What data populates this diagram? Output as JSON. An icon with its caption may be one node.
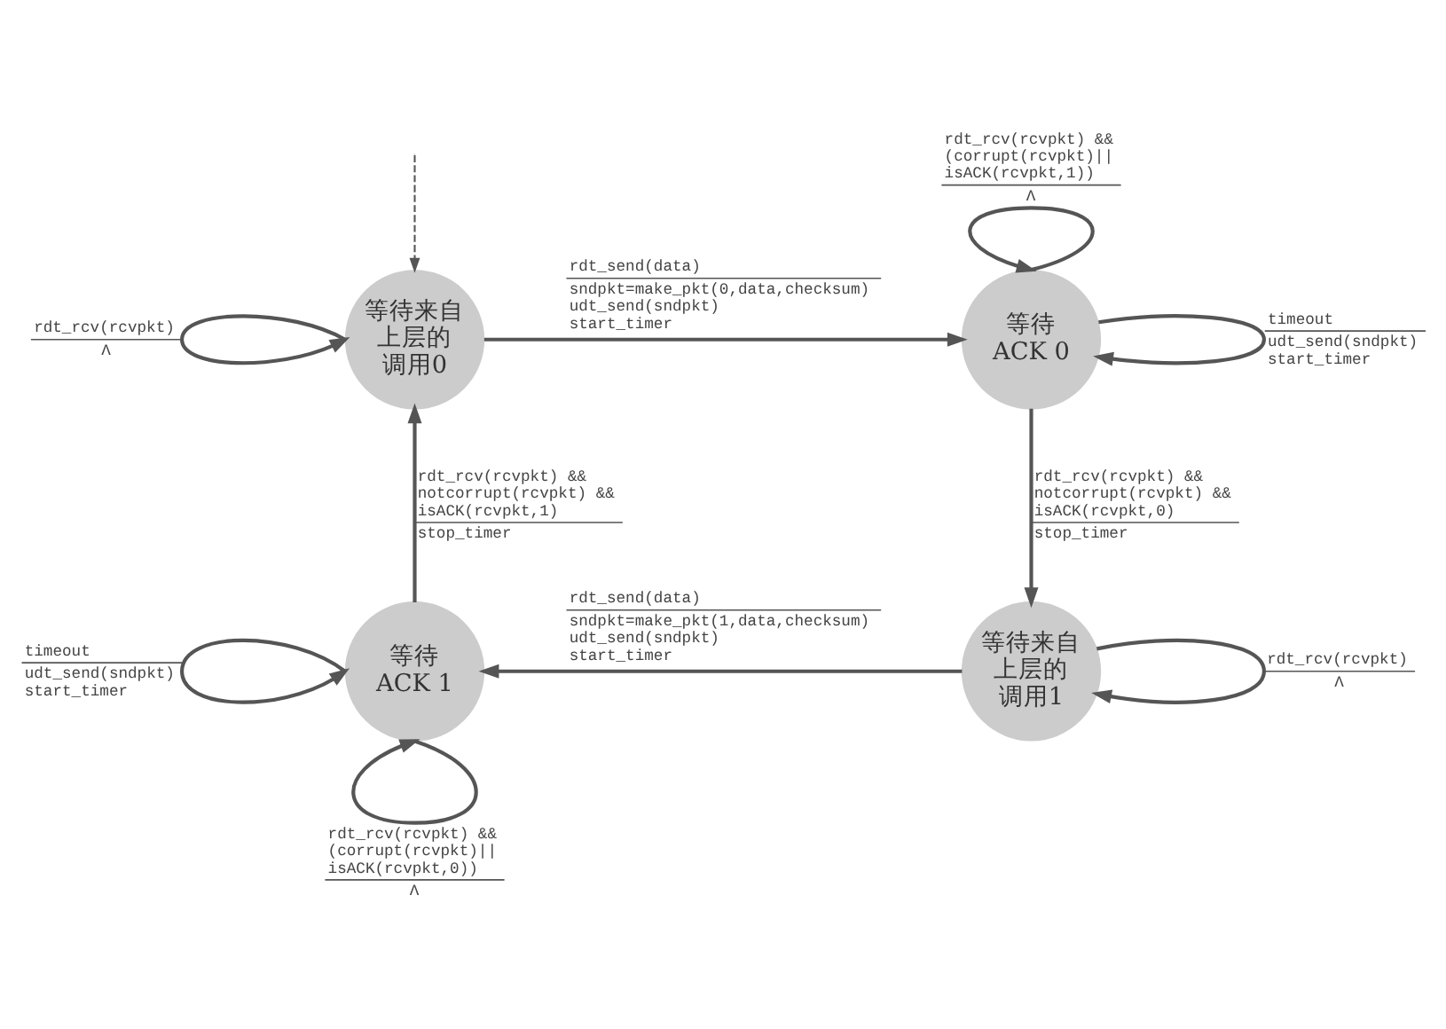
{
  "diagram": {
    "nodes": [
      {
        "text": [
          "等待来自上层的调用0"
        ]
      },
      {
        "text": [
          "等待ACK 0"
        ]
      },
      {
        "text": [
          "等待来自上层的调用1"
        ]
      },
      {
        "text": [
          "等待ACK 1"
        ]
      }
    ],
    "edges": [
      {
        "from": null,
        "to": 0,
        "arrow": "to",
        "style": "dashed"
      },
      {
        "from": 0,
        "to": 0,
        "arrow": "to",
        "label": [
          "rdt_rcv(rcvpkt)",
          "Λ"
        ]
      },
      {
        "from": 0,
        "to": 1,
        "arrow": "to",
        "label": [
          "rdt_send(data)",
          "sndpkt=make_pkt(0,data,checksum) udt_send(sndpkt) start_timer"
        ]
      },
      {
        "from": 1,
        "to": 1,
        "arrow": "to",
        "label": [
          "rdt_rcv(rcvpkt) && (corrupt(rcvpkt)|| isACK(rcvpkt,1))",
          "Λ"
        ]
      },
      {
        "from": 1,
        "to": 1,
        "arrow": "to",
        "label": [
          "timeout",
          "udt_send(sndpkt) start_timer"
        ]
      },
      {
        "from": 1,
        "to": 2,
        "arrow": "to",
        "label": [
          "rdt_rcv(rcvpkt) && notcorrupt(rcvpkt) && isACK(rcvpkt,0)",
          "stop_timer"
        ]
      },
      {
        "from": 2,
        "to": 2,
        "arrow": "to",
        "label": [
          "rdt_rcv(rcvpkt)",
          "Λ"
        ]
      },
      {
        "from": 2,
        "to": 3,
        "arrow": "to",
        "label": [
          "rdt_send(data)",
          "sndpkt=make_pkt(1,data,checksum) udt_send(sndpkt) start_timer"
        ]
      },
      {
        "from": 3,
        "to": 3,
        "arrow": "to",
        "label": [
          "timeout",
          "udt_send(sndpkt) start_timer"
        ]
      },
      {
        "from": 3,
        "to": 3,
        "arrow": "to",
        "label": [
          "rdt_rcv(rcvpkt) && (corrupt(rcvpkt)|| isACK(rcvpkt,0))",
          "Λ"
        ]
      },
      {
        "from": 3,
        "to": 0,
        "arrow": "to",
        "label": [
          "rdt_rcv(rcvpkt) && notcorrupt(rcvpkt) && isACK(rcvpkt,1)",
          "stop_timer"
        ]
      }
    ]
  }
}
